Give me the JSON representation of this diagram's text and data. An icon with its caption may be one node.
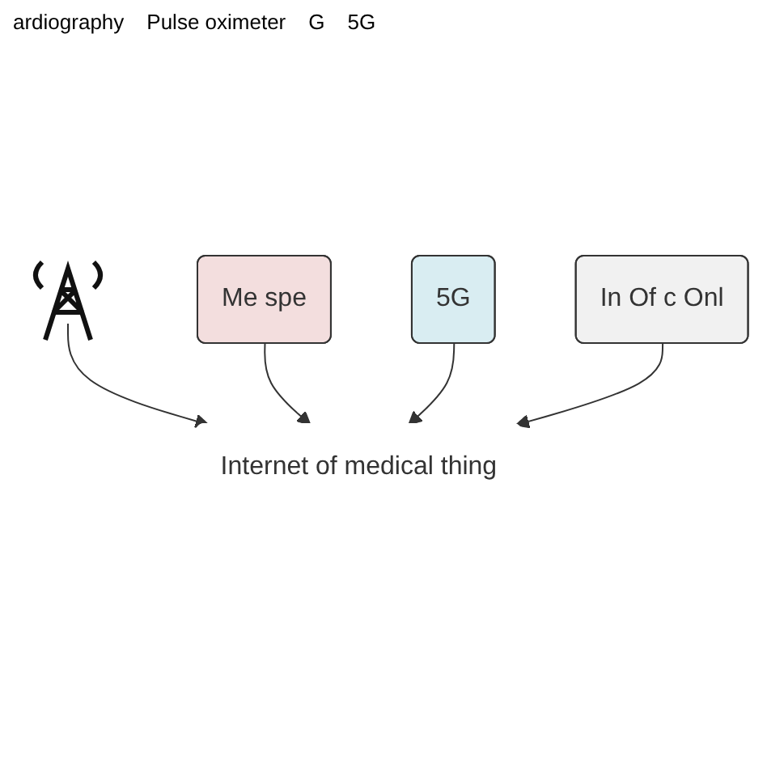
{
  "diagram": {
    "nodes": [
      {
        "text": [],
        "shape": "picture"
      },
      {
        "text": [
          "Me spe"
        ]
      },
      {
        "text": [
          "Internet of medical thing"
        ]
      },
      {
        "text": [
          "5G"
        ]
      },
      {
        "text": [
          "In Of c Onl"
        ]
      }
    ],
    "edges": [
      {
        "from": 0,
        "to": 2,
        "arrow": "to"
      },
      {
        "from": 1,
        "to": 2,
        "arrow": "to"
      },
      {
        "from": 3,
        "to": 2,
        "arrow": "to"
      },
      {
        "from": 4,
        "to": 2,
        "arrow": "to"
      }
    ],
    "labels": [
      "ardiography",
      "Pulse oximeter",
      "G",
      "5G"
    ]
  }
}
